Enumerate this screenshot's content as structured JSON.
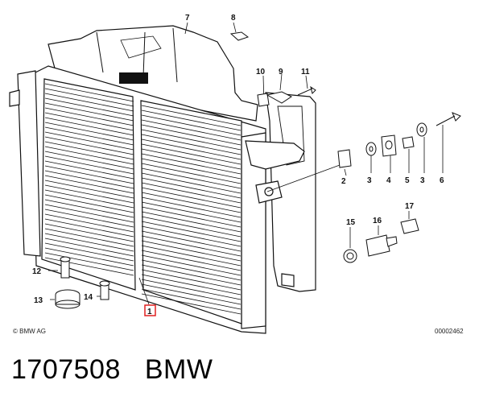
{
  "diagram": {
    "callouts": [
      "1",
      "2",
      "3",
      "3",
      "4",
      "5",
      "6",
      "7",
      "8",
      "9",
      "10",
      "11",
      "12",
      "13",
      "14",
      "15",
      "16",
      "17"
    ],
    "copyright": "© BMW AG",
    "drawing_number": "00002462",
    "highlight_color": "#e02020"
  },
  "caption": {
    "part_number": "1707508",
    "brand": "BMW"
  }
}
